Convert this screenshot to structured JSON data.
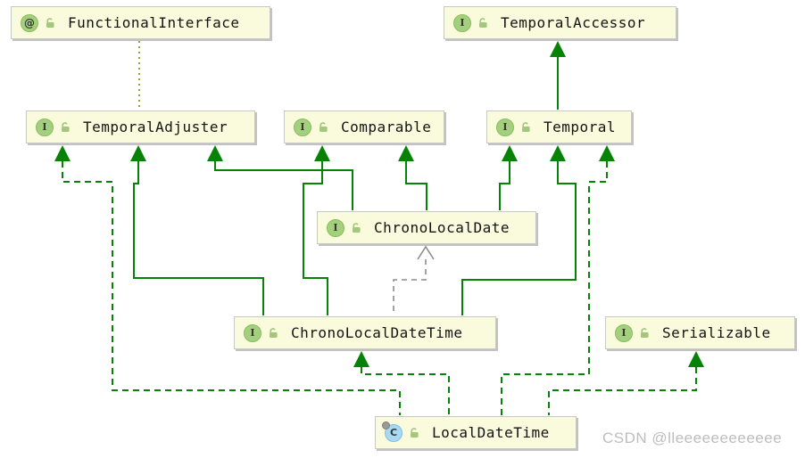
{
  "diagram": {
    "nodes": {
      "functionalInterface": {
        "label": "FunctionalInterface",
        "kind": "annotation",
        "icon_glyph": "@"
      },
      "temporalAccessor": {
        "label": "TemporalAccessor",
        "kind": "interface",
        "icon_glyph": "I"
      },
      "temporalAdjuster": {
        "label": "TemporalAdjuster",
        "kind": "interface",
        "icon_glyph": "I"
      },
      "comparable": {
        "label": "Comparable",
        "kind": "interface",
        "icon_glyph": "I"
      },
      "temporal": {
        "label": "Temporal",
        "kind": "interface",
        "icon_glyph": "I"
      },
      "chronoLocalDate": {
        "label": "ChronoLocalDate",
        "kind": "interface",
        "icon_glyph": "I"
      },
      "chronoLocalDateTime": {
        "label": "ChronoLocalDateTime",
        "kind": "interface",
        "icon_glyph": "I"
      },
      "serializable": {
        "label": "Serializable",
        "kind": "interface",
        "icon_glyph": "I"
      },
      "localDateTime": {
        "label": "LocalDateTime",
        "kind": "class",
        "icon_glyph": "C"
      }
    },
    "edges": [
      {
        "from": "Temporal",
        "to": "TemporalAccessor",
        "relation": "extends",
        "style": "solid-green"
      },
      {
        "from": "ChronoLocalDate",
        "to": "TemporalAdjuster",
        "relation": "extends",
        "style": "solid-green"
      },
      {
        "from": "ChronoLocalDate",
        "to": "Comparable",
        "relation": "extends",
        "style": "solid-green"
      },
      {
        "from": "ChronoLocalDate",
        "to": "Temporal",
        "relation": "extends",
        "style": "solid-green"
      },
      {
        "from": "ChronoLocalDateTime",
        "to": "TemporalAdjuster",
        "relation": "extends",
        "style": "solid-green"
      },
      {
        "from": "ChronoLocalDateTime",
        "to": "Comparable",
        "relation": "extends",
        "style": "solid-green"
      },
      {
        "from": "ChronoLocalDateTime",
        "to": "Temporal",
        "relation": "extends",
        "style": "solid-green"
      },
      {
        "from": "ChronoLocalDateTime",
        "to": "ChronoLocalDate",
        "relation": "dependency",
        "style": "dashed-gray"
      },
      {
        "from": "LocalDateTime",
        "to": "TemporalAdjuster",
        "relation": "implements",
        "style": "dashed-green"
      },
      {
        "from": "LocalDateTime",
        "to": "ChronoLocalDateTime",
        "relation": "implements",
        "style": "dashed-green"
      },
      {
        "from": "LocalDateTime",
        "to": "Temporal",
        "relation": "implements",
        "style": "dashed-green"
      },
      {
        "from": "LocalDateTime",
        "to": "Serializable",
        "relation": "implements",
        "style": "dashed-green"
      },
      {
        "from": "FunctionalInterface",
        "to": "TemporalAdjuster",
        "relation": "annotation",
        "style": "dotted-olive"
      }
    ],
    "colors": {
      "edge_green": "#068206",
      "edge_gray": "#8c8c8c",
      "edge_olive_dotted": "#9da32f",
      "node_background": "#fafadc",
      "node_border": "#c8c8c8",
      "interface_icon": "#a3d07c",
      "class_icon": "#a8d9f2",
      "lock_icon": "#a3c87d",
      "label_text": "#141414",
      "watermark_text": "#bdbdbd"
    }
  },
  "watermark": "CSDN @lleeeeeeeeeeee"
}
